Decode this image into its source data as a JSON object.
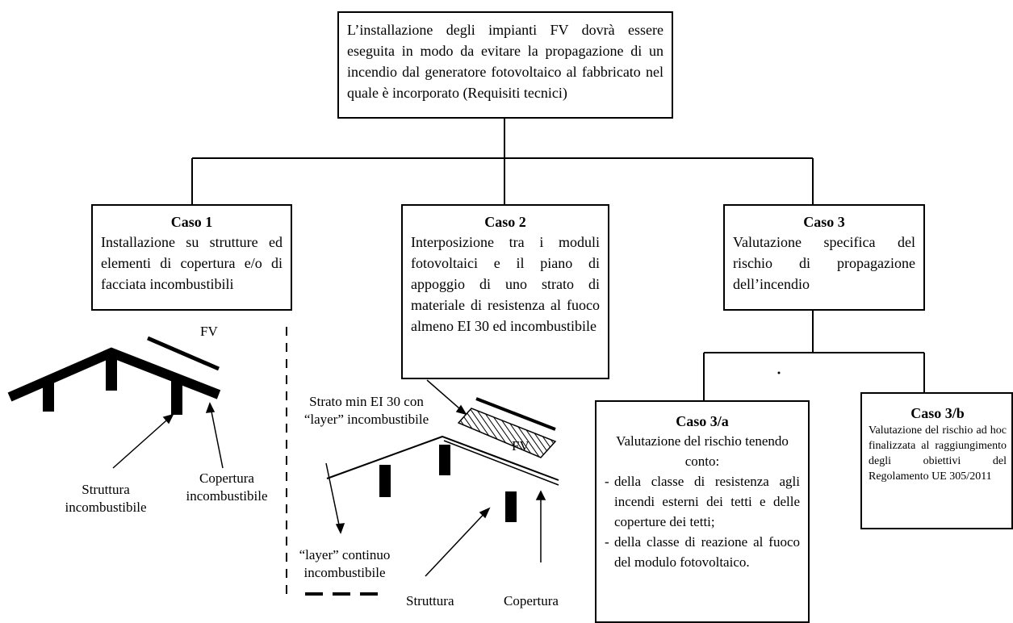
{
  "top_box": {
    "text": "L’installazione degli impianti FV dovrà essere eseguita in modo da evitare la propagazione di un incendio dal generatore fotovoltaico al fabbricato nel quale è incorporato (Requisiti tecnici)"
  },
  "case1": {
    "title": "Caso 1",
    "text": "Installazione su strutture ed elementi di copertura e/o di facciata incombustibili",
    "fig": {
      "fv": "FV",
      "struttura": "Struttura incombustibile",
      "copertura": "Copertura incombustibile"
    }
  },
  "case2": {
    "title": "Caso 2",
    "text": "Interposizione tra i moduli fotovoltaici e il piano di appoggio di uno strato di materiale di resistenza al fuoco almeno EI 30 ed incombustibile",
    "fig": {
      "strato": "Strato min EI 30 con “layer” incombustibile",
      "fv": "FV",
      "layer": "“layer” continuo incombustibile",
      "struttura": "Struttura",
      "copertura": "Copertura"
    }
  },
  "case3": {
    "title": "Caso 3",
    "text": "Valutazione specifica del rischio di propagazione dell’incendio"
  },
  "case3a": {
    "title": "Caso 3/a",
    "intro": "Valutazione del rischio tenendo conto:",
    "items": [
      "della classe di resistenza agli incendi esterni dei tetti e delle coperture dei tetti;",
      "della classe di reazione al fuoco del modulo fotovoltaico."
    ]
  },
  "case3b": {
    "title": "Caso 3/b",
    "text": "Valutazione del rischio ad hoc finalizzata al raggiungimento degli obiettivi del Regolamento UE 305/2011"
  }
}
